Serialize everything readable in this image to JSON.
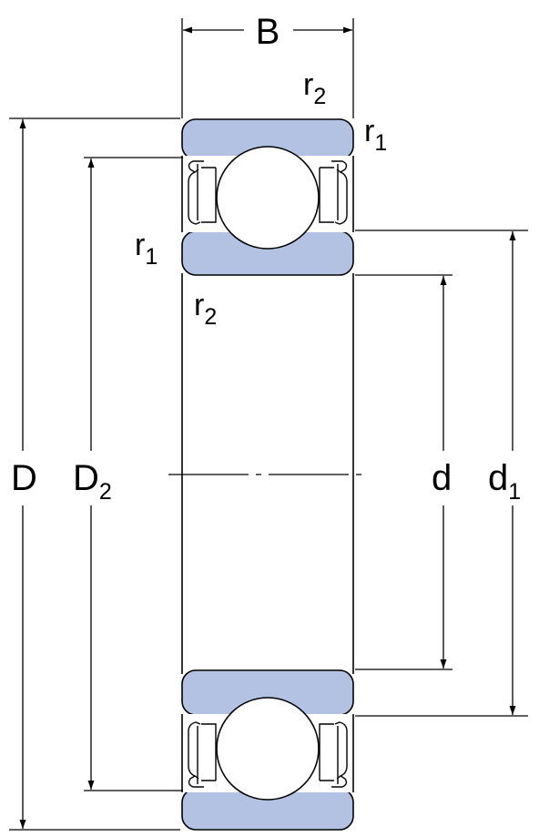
{
  "colors": {
    "ring_fill": "#b3c2e3",
    "line": "#000000",
    "ball_fill": "#ffffff",
    "background": "#ffffff"
  },
  "labels": {
    "width": "B",
    "outer_diameter": {
      "main": "D"
    },
    "shoulder_outer": {
      "main": "D",
      "sub": "2"
    },
    "bore": {
      "main": "d"
    },
    "shoulder_inner": {
      "main": "d",
      "sub": "1"
    },
    "r_top_right_upper": {
      "main": "r",
      "sub": "2"
    },
    "r_top_right_lower": {
      "main": "r",
      "sub": "1"
    },
    "r_left": {
      "main": "r",
      "sub": "1"
    },
    "r_inner_bottom": {
      "main": "r",
      "sub": "2"
    }
  }
}
